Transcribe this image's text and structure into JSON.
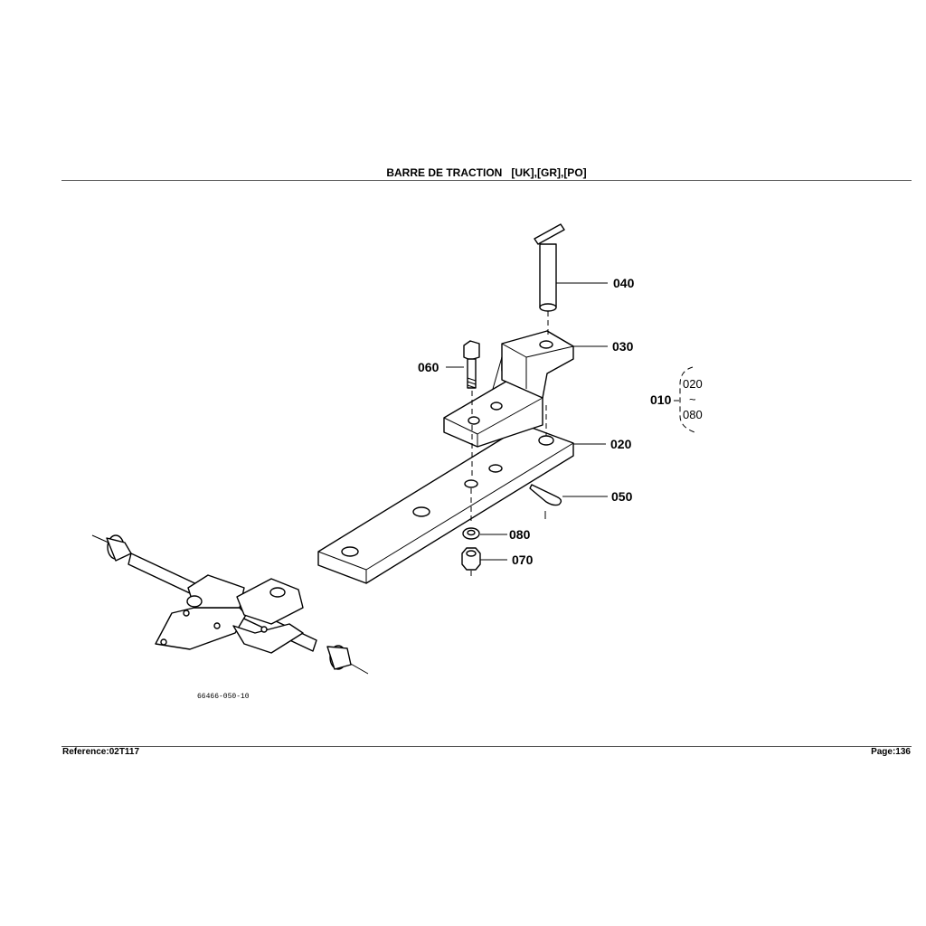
{
  "header": {
    "title": "BARRE DE TRACTION   [UK],[GR],[PO]"
  },
  "footer": {
    "reference": "Reference:02T117",
    "page": "Page:136"
  },
  "diagram": {
    "drawing_number": "66466-050-10",
    "callouts": {
      "p040": "040",
      "p030": "030",
      "p060": "060",
      "p020": "020",
      "p050": "050",
      "p080": "080",
      "p070": "070",
      "p010": "010"
    },
    "assembly_group": {
      "from": "020",
      "separator": "~",
      "to": "080"
    }
  }
}
